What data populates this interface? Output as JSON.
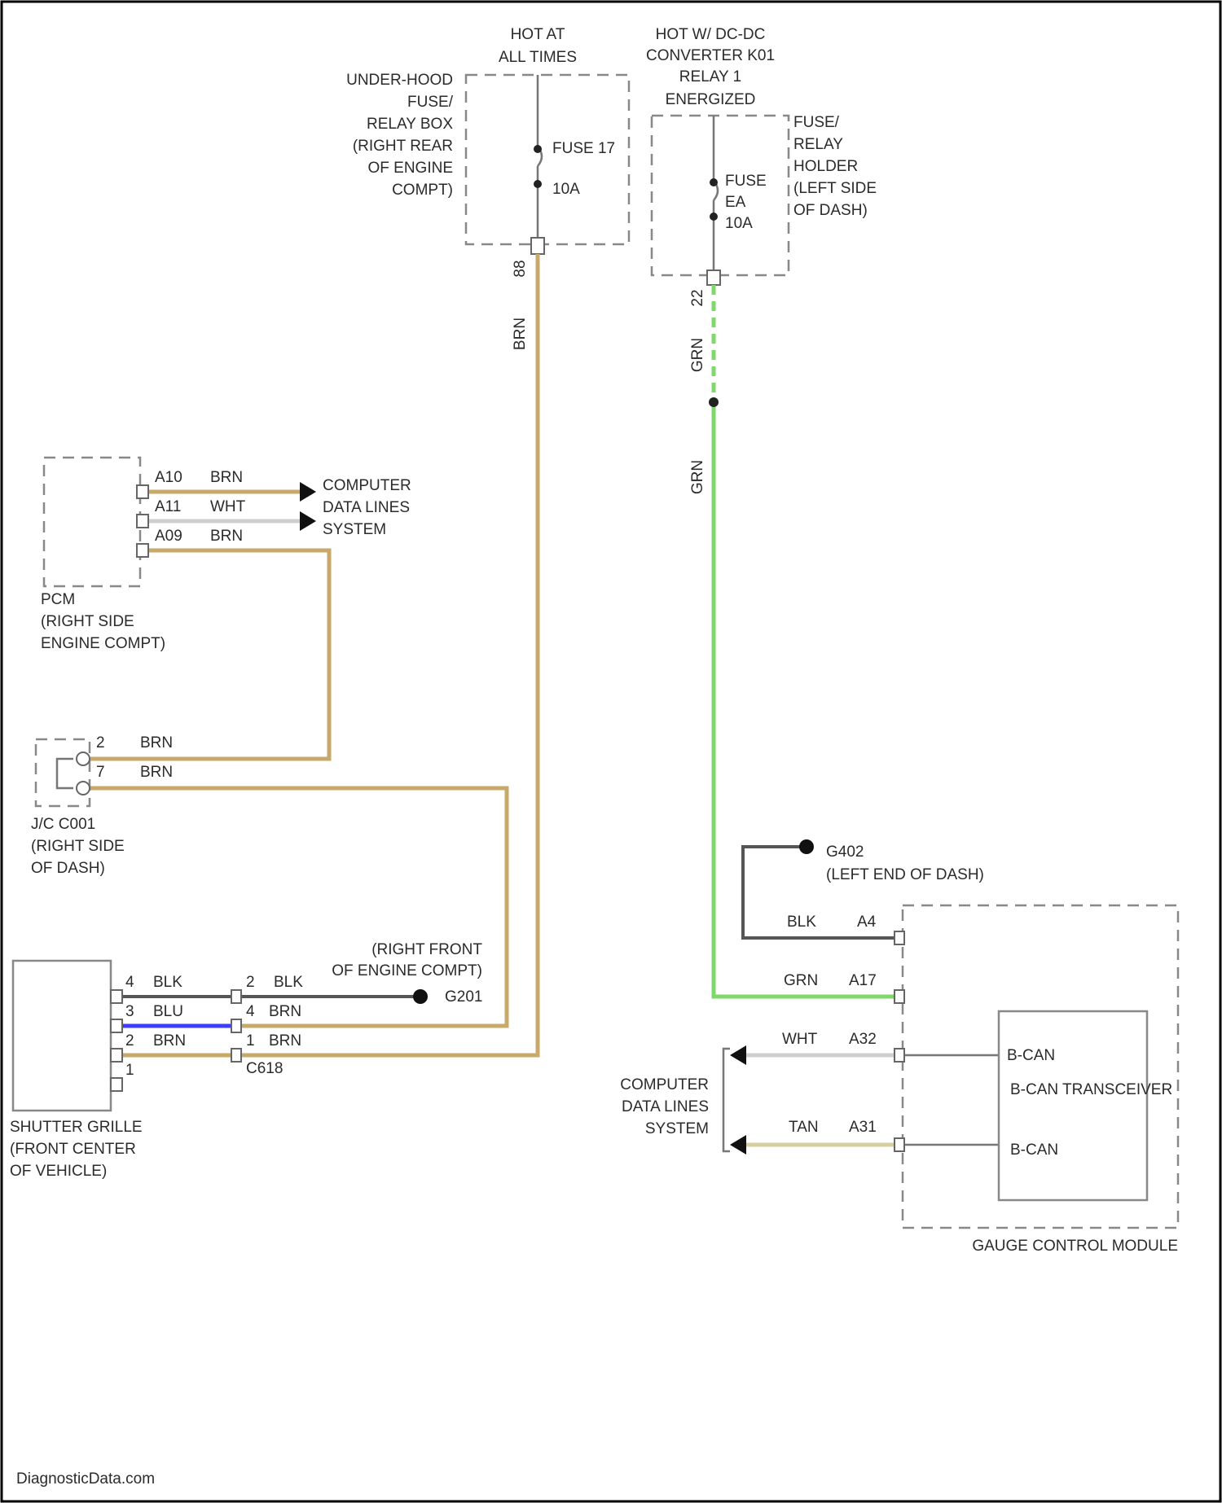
{
  "fuse_box_1": {
    "supply": [
      "HOT AT",
      "ALL TIMES"
    ],
    "name": [
      "UNDER-HOOD",
      "FUSE/",
      "RELAY BOX",
      "(RIGHT REAR",
      "OF ENGINE",
      "COMPT)"
    ],
    "fuse": "FUSE 17",
    "rating": "10A",
    "pin": "88",
    "wire": "BRN"
  },
  "fuse_box_2": {
    "supply": [
      "HOT W/ DC-DC",
      "CONVERTER K01",
      "RELAY 1",
      "ENERGIZED"
    ],
    "name": [
      "FUSE/",
      "RELAY",
      "HOLDER",
      "(LEFT SIDE",
      "OF DASH)"
    ],
    "fuse": [
      "FUSE",
      "EA",
      "10A"
    ],
    "pin": "22",
    "wire_upper": "GRN",
    "wire_lower": "GRN"
  },
  "pcm": {
    "name": [
      "PCM",
      "(RIGHT SIDE",
      "ENGINE COMPT)"
    ],
    "pins": [
      {
        "pin": "A10",
        "color": "BRN"
      },
      {
        "pin": "A11",
        "color": "WHT"
      },
      {
        "pin": "A09",
        "color": "BRN"
      }
    ],
    "destination": [
      "COMPUTER",
      "DATA LINES",
      "SYSTEM"
    ]
  },
  "jc_c001": {
    "name": [
      "J/C C001",
      "(RIGHT SIDE",
      "OF DASH)"
    ],
    "pins": [
      {
        "pin": "2",
        "color": "BRN"
      },
      {
        "pin": "7",
        "color": "BRN"
      }
    ]
  },
  "shutter_grille": {
    "name": [
      "SHUTTER GRILLE",
      "(FRONT CENTER",
      "OF VEHICLE)"
    ],
    "left_pins": [
      {
        "pin": "4",
        "color": "BLK"
      },
      {
        "pin": "3",
        "color": "BLU"
      },
      {
        "pin": "2",
        "color": "BRN"
      },
      {
        "pin": "1",
        "color": ""
      }
    ],
    "right_pins": [
      {
        "pin": "2",
        "color": "BLK"
      },
      {
        "pin": "4",
        "color": "BRN"
      },
      {
        "pin": "1",
        "color": "BRN"
      }
    ],
    "connector": "C618",
    "ground": "G201",
    "ground_location": [
      "(RIGHT FRONT",
      "OF ENGINE COMPT)"
    ]
  },
  "gauge_module": {
    "name": "GAUGE CONTROL MODULE",
    "ground": "G402",
    "ground_location": "(LEFT END OF DASH)",
    "pins": [
      {
        "color": "BLK",
        "pin": "A4"
      },
      {
        "color": "GRN",
        "pin": "A17"
      },
      {
        "color": "WHT",
        "pin": "A32"
      },
      {
        "color": "TAN",
        "pin": "A31"
      }
    ],
    "transceiver": "B-CAN TRANSCEIVER",
    "bcan_high": "B-CAN",
    "bcan_low": "B-CAN",
    "destination": [
      "COMPUTER",
      "DATA LINES",
      "SYSTEM"
    ]
  },
  "footer": "DiagnosticData.com"
}
